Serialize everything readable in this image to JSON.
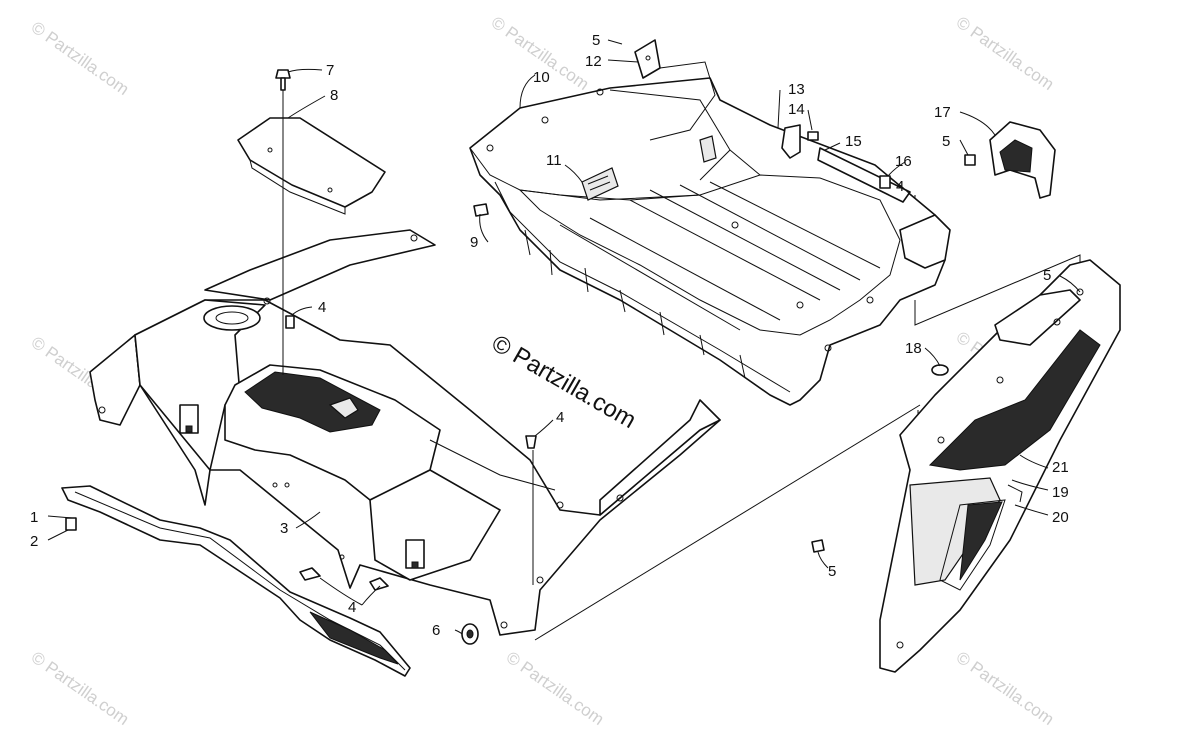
{
  "watermark": {
    "center_text": "© Partzilla.com",
    "tile_text": "© Partzilla.com"
  },
  "callouts": {
    "c1": "1",
    "c2": "2",
    "c3": "3",
    "c4a": "4",
    "c4b": "4",
    "c4c": "4",
    "c4d": "4",
    "c5a": "5",
    "c5b": "5",
    "c5c": "5",
    "c5d": "5",
    "c6": "6",
    "c7": "7",
    "c8": "8",
    "c9": "9",
    "c10": "10",
    "c11": "11",
    "c12": "12",
    "c13": "13",
    "c14": "14",
    "c15": "15",
    "c16": "16",
    "c17": "17",
    "c18": "18",
    "c19": "19",
    "c20": "20",
    "c21": "21"
  }
}
